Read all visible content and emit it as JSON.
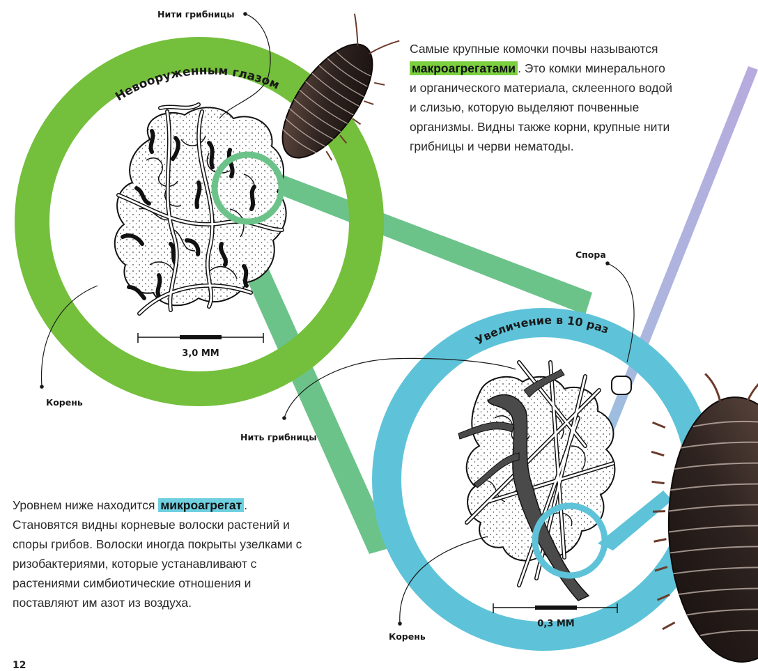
{
  "colors": {
    "green_ring": "#74bf3c",
    "blue_ring": "#5ec3d9",
    "connector_green": "#6cc38a",
    "violet_line": "#a8a5d8",
    "highlight_green": "#7ccf3f",
    "highlight_blue": "#6fd0e0"
  },
  "top_view": {
    "ring_title": "Невооруженным глазом",
    "scale": "3,0 ММ",
    "labels": {
      "hyphae": "Нити грибницы",
      "root": "Корень"
    }
  },
  "bottom_view": {
    "ring_title": "Увеличение в 10 раз",
    "scale": "0,3 ММ",
    "labels": {
      "spore": "Спора",
      "hypha": "Нить грибницы",
      "root": "Корень"
    }
  },
  "text_top": {
    "before": "Самые крупные комочки почвы называются ",
    "highlight": "макроагрегатами",
    "after": ". Это комки минерального и органического материала, склеенного водой и слизью, которую выделяют почвенные организмы. Видны также корни, крупные нити грибницы и черви нематоды."
  },
  "text_bottom": {
    "before": "Уровнем ниже находится ",
    "highlight": "микроагрегат",
    "after": ". Становятся видны корневые волоски растений и споры грибов. Волоски иногда покрыты узелками с ризобактериями, которые устанавливают с растениями симбиотические отношения и поставляют им азот из воздуха."
  },
  "icons": {
    "woodlouse": "woodlouse-icon",
    "aggregate": "soil-aggregate-icon"
  },
  "page_number": "12"
}
